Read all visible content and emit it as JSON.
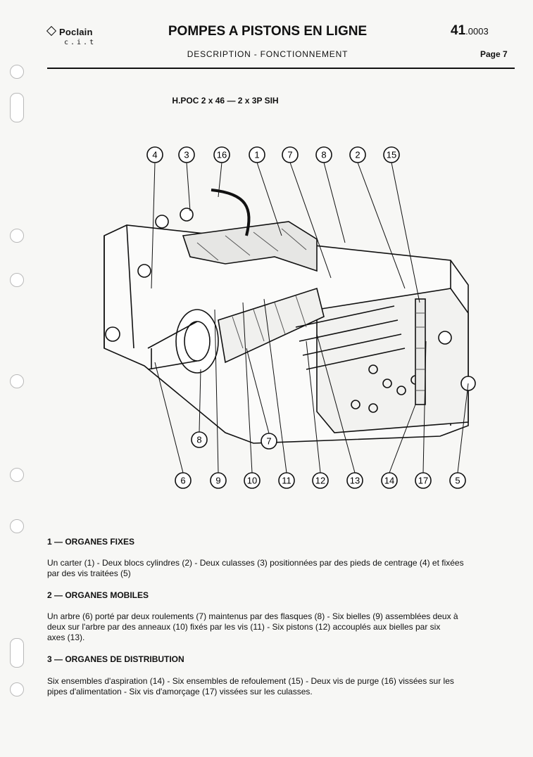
{
  "header": {
    "brand": "Poclain",
    "brand_sub": "c.i.t",
    "title": "POMPES A PISTONS EN LIGNE",
    "subtitle": "DESCRIPTION - FONCTIONNEMENT",
    "doc_number": "41",
    "doc_suffix": ".0003",
    "page_label": "Page 7"
  },
  "model": "H.POC 2 x 46 — 2 x 3P SIH",
  "callouts": {
    "top": [
      "4",
      "3",
      "16",
      "1",
      "7",
      "8",
      "2",
      "15"
    ],
    "middle": [
      "8",
      "7"
    ],
    "bottom": [
      "6",
      "9",
      "10",
      "11",
      "12",
      "13",
      "14",
      "17",
      "5"
    ]
  },
  "sections": [
    {
      "heading": "1 — ORGANES FIXES",
      "lines": [
        "Un carter (1) - Deux blocs cylindres (2) - Deux culasses (3) positionnées par des pieds de centrage (4) et fixées",
        "par des vis traitées (5)"
      ]
    },
    {
      "heading": "2 — ORGANES MOBILES",
      "lines": [
        "Un arbre (6) porté par deux roulements (7) maintenus par des flasques (8) - Six bielles (9) assemblées deux à",
        "deux sur l'arbre par des anneaux (10) fixés par les vis (11) - Six pistons (12) accouplés aux bielles par six",
        "axes (13)."
      ]
    },
    {
      "heading": "3 — ORGANES DE DISTRIBUTION",
      "lines": [
        "Six ensembles d'aspiration (14) - Six ensembles de refoulement (15) - Deux vis de purge (16) vissées sur les",
        "pipes d'alimentation - Six vis d'amorçage (17) vissées sur les culasses."
      ]
    }
  ]
}
